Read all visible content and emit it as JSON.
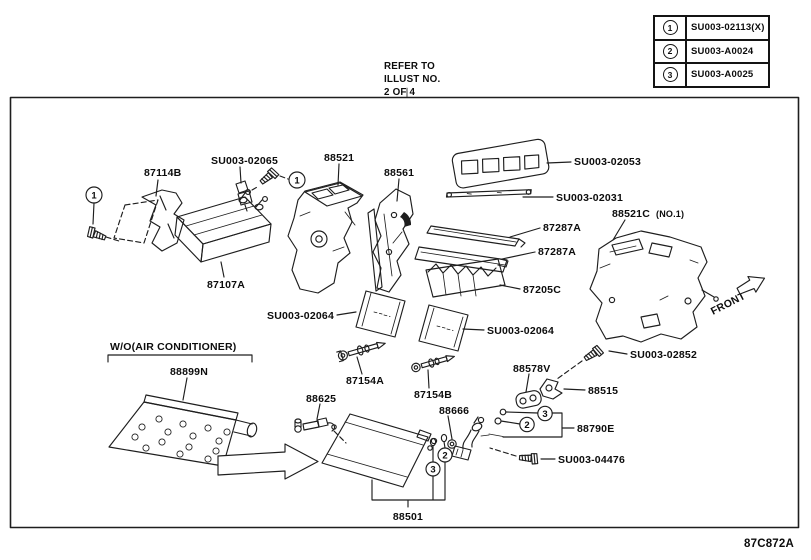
{
  "legend": {
    "rows": [
      {
        "num": "1",
        "part": "SU003-02113(X)"
      },
      {
        "num": "2",
        "part": "SU003-A0024"
      },
      {
        "num": "3",
        "part": "SU003-A0025"
      }
    ]
  },
  "note": {
    "line1": "REFER TO",
    "line2": "ILLUST NO.",
    "line3": "2 OF 4"
  },
  "front_label": "FRONT",
  "drawing_code": "87C872A",
  "markers": {
    "m1": "1",
    "m2": "2",
    "m3": "3"
  },
  "parts": {
    "p87114B": "87114B",
    "su003_02065": "SU003-02065",
    "p88521": "88521",
    "p88561": "88561",
    "su003_02053": "SU003-02053",
    "su003_02031": "SU003-02031",
    "p87287A": "87287A",
    "p88521C": "88521C",
    "p88521C_suffix": "(NO.1)",
    "p87107A": "87107A",
    "p87205C": "87205C",
    "su003_02064": "SU003-02064",
    "wo_air_conditioner": "W/O(AIR CONDITIONER)",
    "p88899N": "88899N",
    "p87154A": "87154A",
    "p87154B": "87154B",
    "p88625": "88625",
    "p88666": "88666",
    "p88578V": "88578V",
    "su003_02852": "SU003-02852",
    "p88515": "88515",
    "p88790E": "88790E",
    "su003_04476": "SU003-04476",
    "p88501": "88501"
  }
}
